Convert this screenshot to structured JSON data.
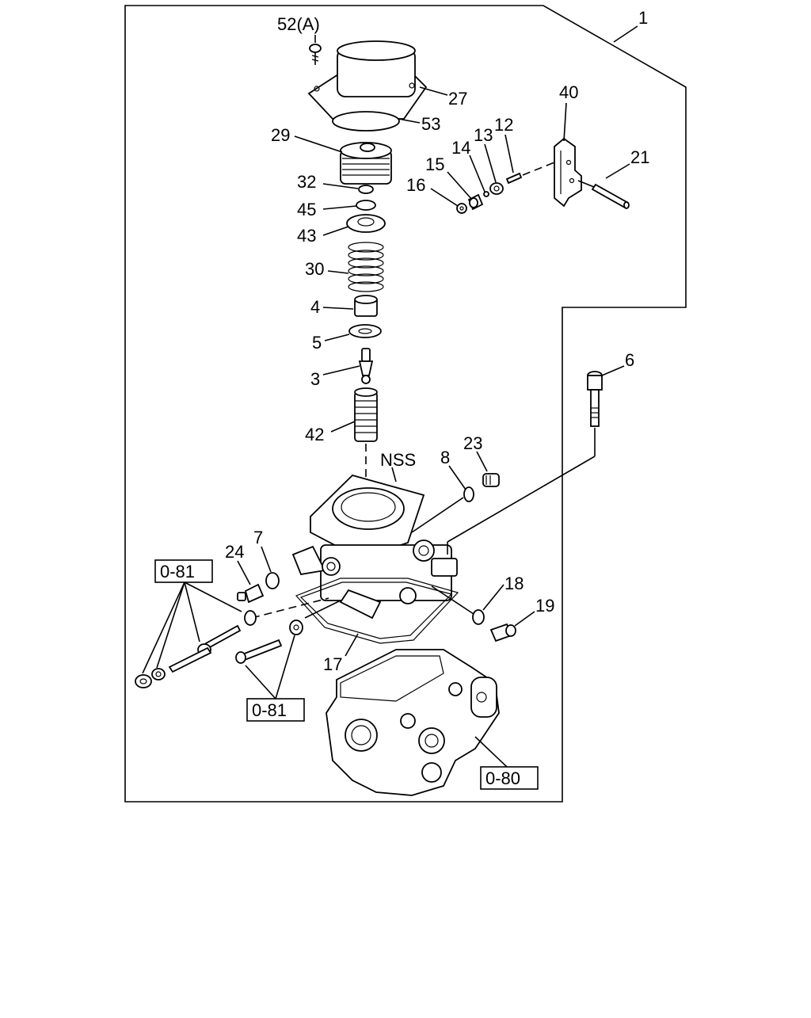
{
  "diagram": {
    "assembly_label": "1",
    "labels": {
      "p52": "52(A)",
      "p27": "27",
      "p53": "53",
      "p29": "29",
      "p32": "32",
      "p45": "45",
      "p43": "43",
      "p30": "30",
      "p4": "4",
      "p5": "5",
      "p3": "3",
      "p42": "42",
      "nss": "NSS",
      "p40": "40",
      "p21": "21",
      "p12": "12",
      "p13": "13",
      "p14": "14",
      "p15": "15",
      "p16": "16",
      "p6": "6",
      "p8": "8",
      "p23": "23",
      "p7": "7",
      "p24": "24",
      "p18": "18",
      "p19": "19",
      "p17": "17"
    },
    "refs": {
      "ref_a": "0-81",
      "ref_b": "0-81",
      "ref_c": "0-80"
    }
  }
}
